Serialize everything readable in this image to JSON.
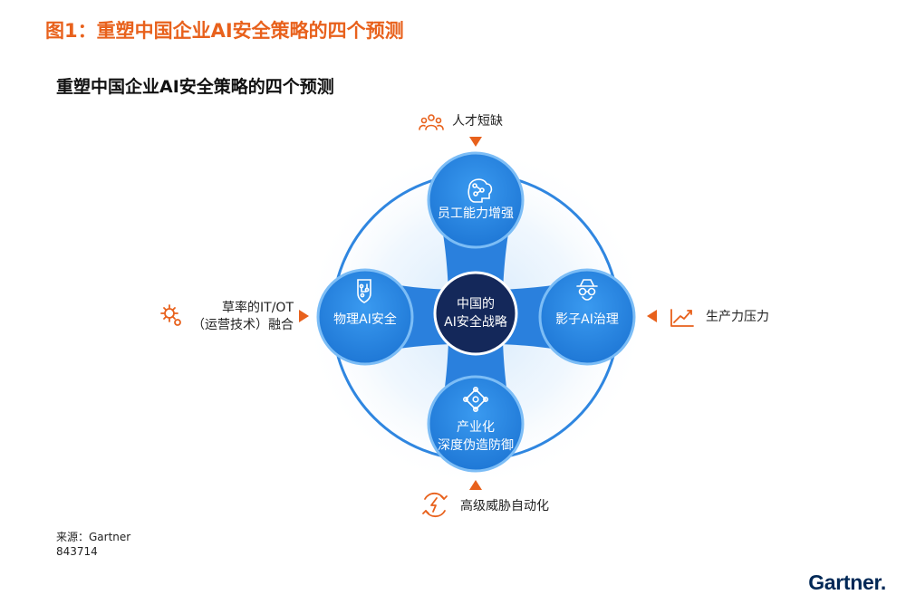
{
  "figure_title": "图1：重塑中国企业AI安全策略的四个预测",
  "diagram_title": "重塑中国企业AI安全策略的四个预测",
  "colors": {
    "title_orange": "#e8611c",
    "node_blue": "#2e8ce6",
    "node_edge": "#6fb6f5",
    "center_navy": "#14285a",
    "ring_blue": "#2f86e0",
    "arrow_orange": "#e8611c"
  },
  "center": {
    "line1": "中国的",
    "line2": "AI安全战略"
  },
  "nodes": {
    "top": {
      "label": "员工能力增强",
      "icon": "brain-circuit-icon"
    },
    "left": {
      "label": "物理AI安全",
      "icon": "circuit-shield-icon"
    },
    "right": {
      "label": "影子AI治理",
      "icon": "incognito-icon"
    },
    "bottom": {
      "line1": "产业化",
      "line2": "深度伪造防御",
      "icon": "network-nodes-icon"
    }
  },
  "pressures": {
    "top": {
      "label": "人才短缺",
      "icon": "people-group-icon"
    },
    "left": {
      "line1": "草率的IT/OT",
      "line2": "（运营技术）融合",
      "icon": "gear-cogs-icon"
    },
    "right": {
      "label": "生产力压力",
      "icon": "trend-chart-icon"
    },
    "bottom": {
      "label": "高级威胁自动化",
      "icon": "lightning-cycle-icon"
    }
  },
  "source": {
    "label": "来源：Gartner",
    "code": "843714"
  },
  "logo": "Gartner."
}
